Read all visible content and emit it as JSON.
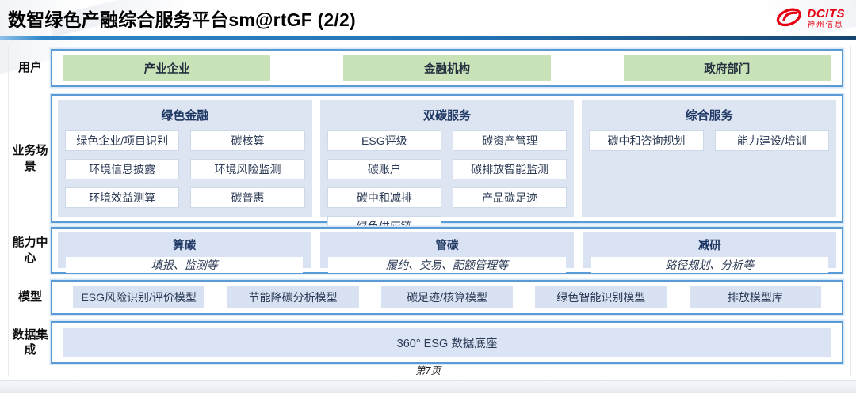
{
  "header": {
    "title": "数智绿色产融综合服务平台sm@rtGF (2/2)",
    "logo": {
      "brand": "DCITS",
      "subtitle": "神州信息",
      "color": "#e60012"
    }
  },
  "colors": {
    "border_blue": "#5b9bd5",
    "panel_blue": "#dde4f2",
    "box_blue": "#d9e2f3",
    "user_green": "#c9e2b8",
    "text_navy": "#1f3864",
    "title_rule_blue": "#2273b5"
  },
  "users_row": {
    "label": "用户",
    "items": [
      "产业企业",
      "金融机构",
      "政府部门"
    ]
  },
  "scenarios_row": {
    "label": "业务场景",
    "columns": [
      {
        "header": "绿色金融",
        "items": [
          "绿色企业/项目识别",
          "碳核算",
          "环境信息披露",
          "环境风险监测",
          "环境效益测算",
          "碳普惠"
        ]
      },
      {
        "header": "双碳服务",
        "items": [
          "ESG评级",
          "碳资产管理",
          "碳账户",
          "碳排放智能监测",
          "碳中和减排",
          "产品碳足迹",
          "绿色供应链"
        ]
      },
      {
        "header": "综合服务",
        "items": [
          "碳中和咨询规划",
          "能力建设/培训"
        ]
      }
    ]
  },
  "capability_row": {
    "label": "能力中心",
    "cards": [
      {
        "title": "算碳",
        "desc": "填报、监测等"
      },
      {
        "title": "管碳",
        "desc": "履约、交易、配额管理等"
      },
      {
        "title": "减研",
        "desc": "路径规划、分析等"
      }
    ]
  },
  "models_row": {
    "label": "模型",
    "items": [
      "ESG风险识别/评价模型",
      "节能降碳分析模型",
      "碳足迹/核算模型",
      "绿色智能识别模型",
      "排放模型库"
    ]
  },
  "data_row": {
    "label": "数据集成",
    "item": "360° ESG 数据底座"
  },
  "footer": {
    "page_label": "第7页"
  }
}
